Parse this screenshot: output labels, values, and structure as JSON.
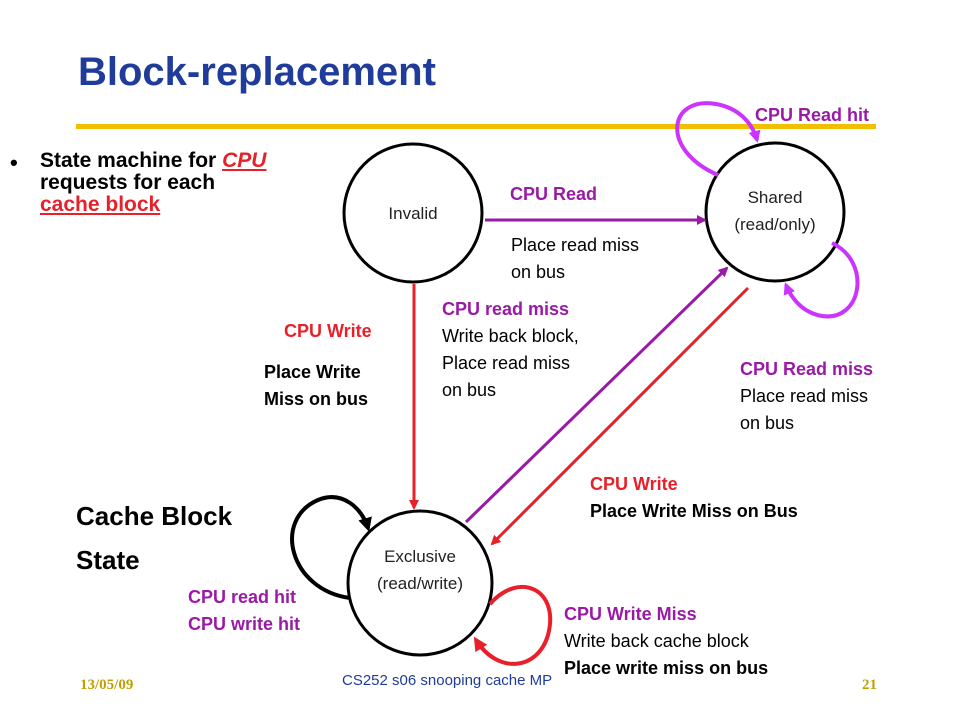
{
  "slide": {
    "title": "Block-replacement",
    "bullet": {
      "pre": "State machine for ",
      "cpu": "CPU",
      "mid": " requests for each ",
      "block": "cache block"
    },
    "cache_block_state": [
      "Cache Block",
      "State"
    ]
  },
  "states": {
    "invalid": "Invalid",
    "shared": [
      "Shared",
      "(read/only)"
    ],
    "exclusive": [
      "Exclusive",
      "(read/write)"
    ]
  },
  "transitions": {
    "cpu_read_hit": "CPU Read hit",
    "cpu_read": "CPU Read",
    "place_read_miss": [
      "Place read miss",
      "on bus"
    ],
    "cpu_write_left": "CPU Write",
    "place_write_miss_left": [
      "Place Write",
      "Miss on bus"
    ],
    "cpu_read_miss_center": {
      "title": "CPU read miss",
      "lines": [
        "Write back block,",
        "Place read miss",
        "on bus"
      ]
    },
    "cpu_read_miss_right": {
      "title": "CPU Read miss",
      "lines": [
        "Place read miss",
        "on bus"
      ]
    },
    "cpu_write_right": {
      "title": "CPU Write",
      "line": "Place Write Miss on Bus"
    },
    "cpu_hits": [
      "CPU read hit",
      "CPU write hit"
    ],
    "cpu_write_miss": {
      "title": "CPU Write Miss",
      "lines": [
        "Write back cache block",
        "Place write miss on bus"
      ]
    }
  },
  "footer": {
    "date": "13/05/09",
    "course": "CS252 s06 snooping cache MP",
    "page": "21"
  },
  "colors": {
    "title": "#1f3c9a",
    "rule": "#f0c000",
    "red": "#e8202a",
    "purple": "#9a1aa6",
    "magenta": "#cc33ff"
  }
}
